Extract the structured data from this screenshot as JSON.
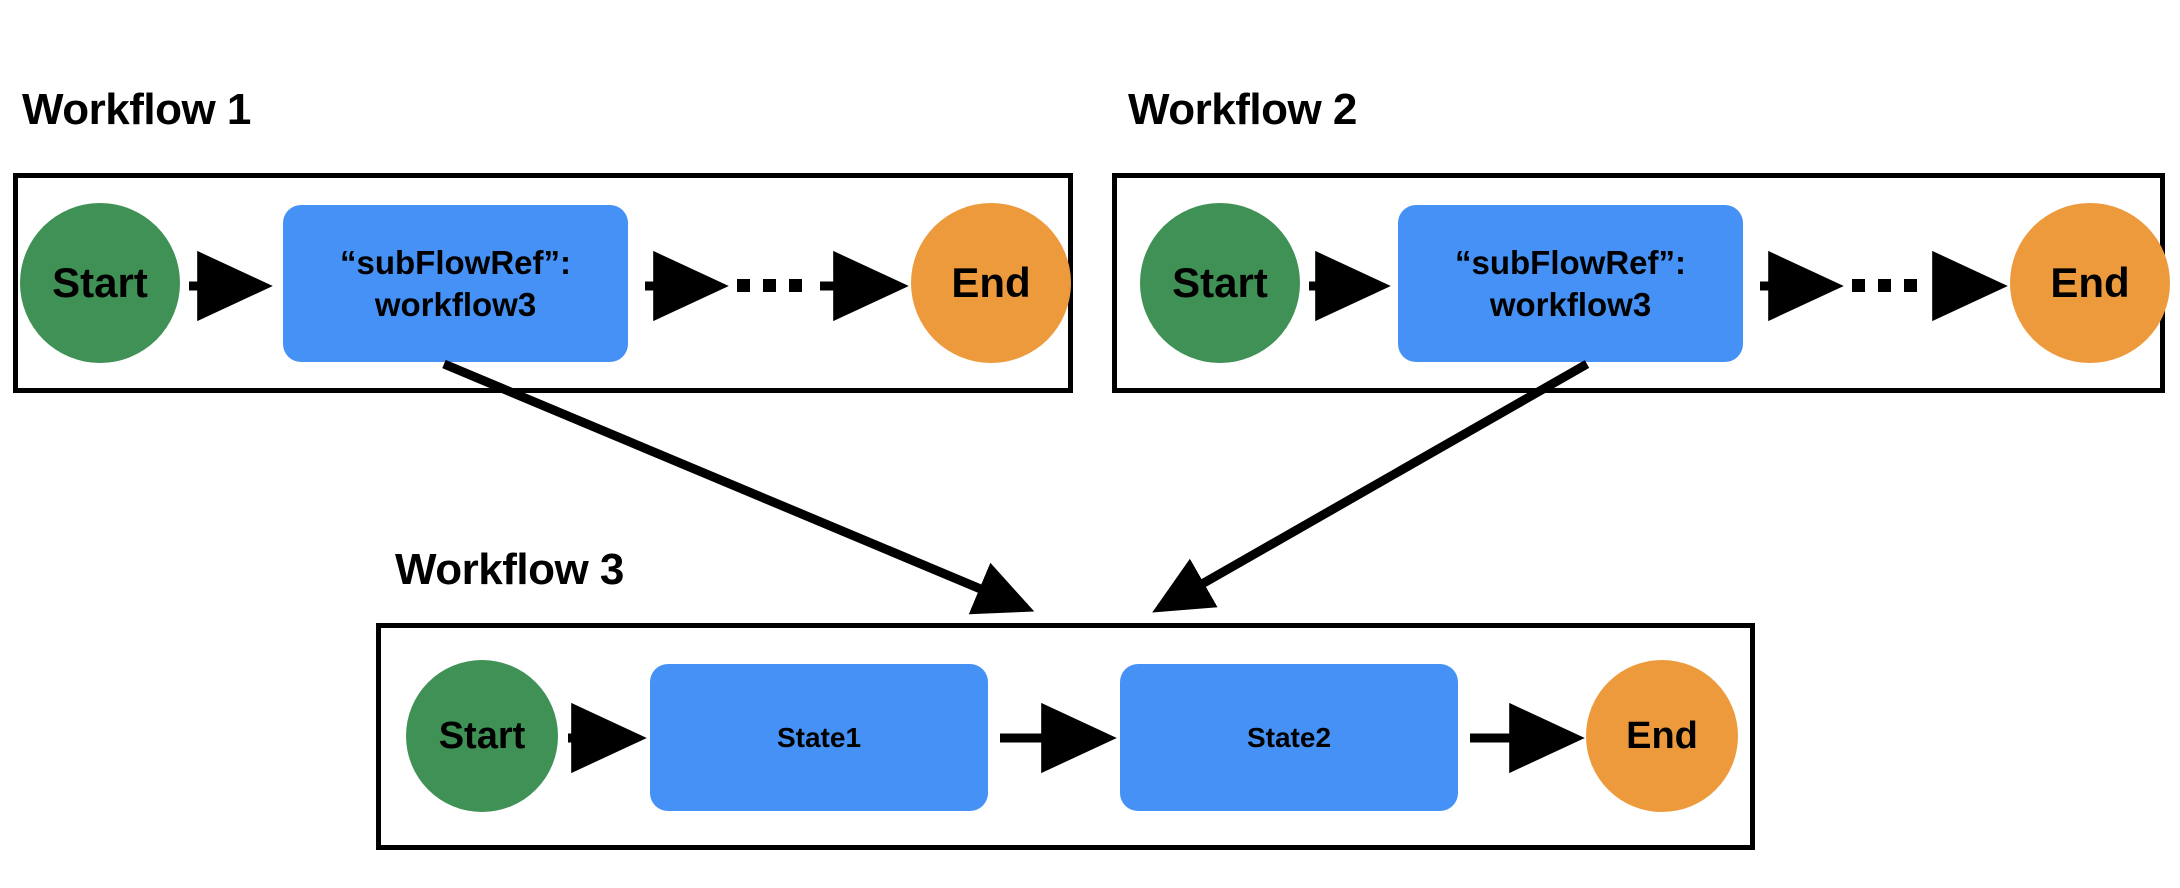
{
  "diagram": {
    "title_hidden": "Serverless Workflow subFlowRef reuse diagram",
    "colors": {
      "start_node": "#3f9156",
      "end_node": "#ed9a3c",
      "state_node": "#4591f5",
      "border": "#000000",
      "background": "#ffffff",
      "text": "#000000"
    }
  },
  "workflows": [
    {
      "id": "workflow1",
      "title": "Workflow 1",
      "nodes": [
        {
          "id": "wf1-start",
          "kind": "start",
          "label": "Start"
        },
        {
          "id": "wf1-subflow",
          "kind": "state",
          "label_line1": "“subFlowRef”:",
          "label_line2": "workflow3"
        },
        {
          "id": "wf1-ellipsis",
          "kind": "ellipsis",
          "label": "···"
        },
        {
          "id": "wf1-end",
          "kind": "end",
          "label": "End"
        }
      ]
    },
    {
      "id": "workflow2",
      "title": "Workflow 2",
      "nodes": [
        {
          "id": "wf2-start",
          "kind": "start",
          "label": "Start"
        },
        {
          "id": "wf2-subflow",
          "kind": "state",
          "label_line1": "“subFlowRef”:",
          "label_line2": "workflow3"
        },
        {
          "id": "wf2-ellipsis",
          "kind": "ellipsis",
          "label": "···"
        },
        {
          "id": "wf2-end",
          "kind": "end",
          "label": "End"
        }
      ]
    },
    {
      "id": "workflow3",
      "title": "Workflow 3",
      "nodes": [
        {
          "id": "wf3-start",
          "kind": "start",
          "label": "Start"
        },
        {
          "id": "wf3-state1",
          "kind": "state",
          "label": "State1"
        },
        {
          "id": "wf3-state2",
          "kind": "state",
          "label": "State2"
        },
        {
          "id": "wf3-end",
          "kind": "end",
          "label": "End"
        }
      ]
    }
  ],
  "connectors": {
    "subflow_links": [
      {
        "from": "wf1-subflow",
        "to": "workflow3",
        "direction": "down-right"
      },
      {
        "from": "wf2-subflow",
        "to": "workflow3",
        "direction": "down-left"
      }
    ]
  }
}
